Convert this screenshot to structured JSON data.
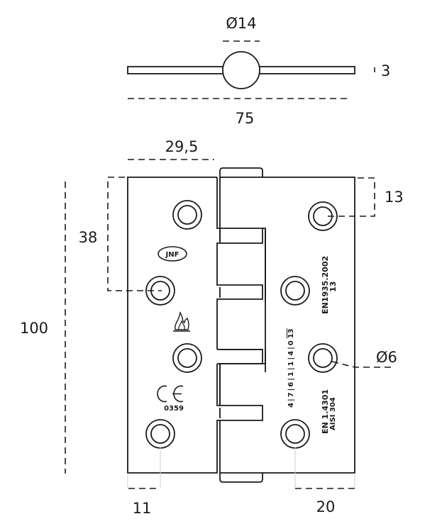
{
  "drawing": {
    "subject": "Butt hinge technical drawing",
    "colors": {
      "line": "#1a1a1a",
      "background": "#ffffff"
    },
    "top_view": {
      "knuckle_diameter": "Ø14",
      "leaf_thickness": "3",
      "overall_width": "75"
    },
    "front_view": {
      "height": "100",
      "leaf_width": "29,5",
      "hole_offset_top": "38",
      "hole_edge_offset_right": "13",
      "hole_diameter": "Ø6",
      "hole_edge_offset_left_bottom": "11",
      "hole_edge_offset_right_bottom": "20"
    },
    "markings": {
      "logo": "JNF",
      "fire_icon": "fire-rated-icon",
      "ce_mark": "CE",
      "notified_body": "0359",
      "standard": "EN1935.2002",
      "standard_grade": "13",
      "grade_code": [
        "4",
        "7",
        "6",
        "1",
        "1",
        "4",
        "0",
        "13"
      ],
      "material_line1": "EN 1.4301",
      "material_line2": "AISI 304"
    }
  }
}
